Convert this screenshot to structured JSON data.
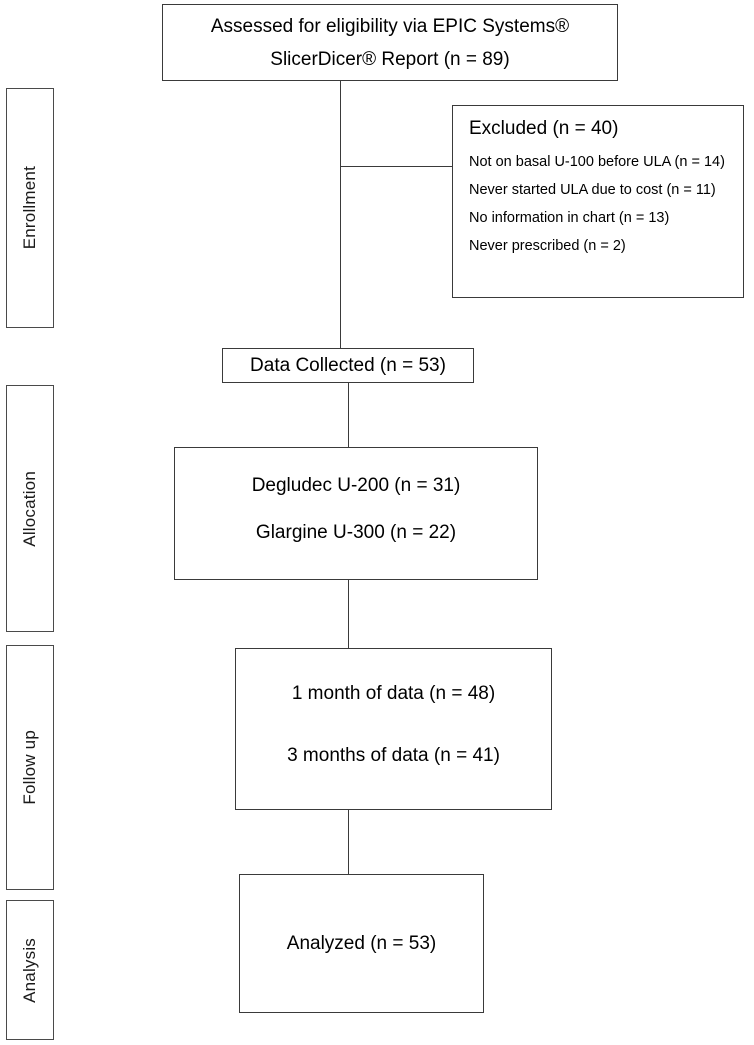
{
  "diagram": {
    "type": "study-flow-diagram",
    "stage_labels": [
      {
        "id": "enrollment",
        "label": "Enrollment"
      },
      {
        "id": "allocation",
        "label": "Allocation"
      },
      {
        "id": "follow-up",
        "label": "Follow up"
      },
      {
        "id": "analysis",
        "label": "Analysis"
      }
    ],
    "nodes": {
      "assessed": {
        "line1": "Assessed for eligibility via EPIC Systems®",
        "line2": "SlicerDicer® Report (n = 89)",
        "n": 89
      },
      "excluded": {
        "heading": "Excluded (n = 40)",
        "n": 40,
        "reasons": [
          {
            "label": "Not on basal U-100 before ULA (n = 14)",
            "n": 14
          },
          {
            "label": "Never started ULA due to cost (n = 11)",
            "n": 11
          },
          {
            "label": "No information in chart (n = 13)",
            "n": 13
          },
          {
            "label": "Never prescribed (n = 2)",
            "n": 2
          }
        ]
      },
      "data_collected": {
        "label": "Data Collected (n = 53)",
        "n": 53
      },
      "allocation": {
        "line1": "Degludec U-200 (n = 31)",
        "line2": "Glargine U-300 (n = 22)",
        "n1": 31,
        "n2": 22
      },
      "follow_up": {
        "line1": "1 month of data (n = 48)",
        "line2": "3 months of data (n = 41)",
        "n1": 48,
        "n2": 41
      },
      "analyzed": {
        "label": "Analyzed (n = 53)",
        "n": 53
      }
    },
    "colors": {
      "border": "#3a3a3a",
      "text": "#000000",
      "background": "#ffffff"
    }
  }
}
